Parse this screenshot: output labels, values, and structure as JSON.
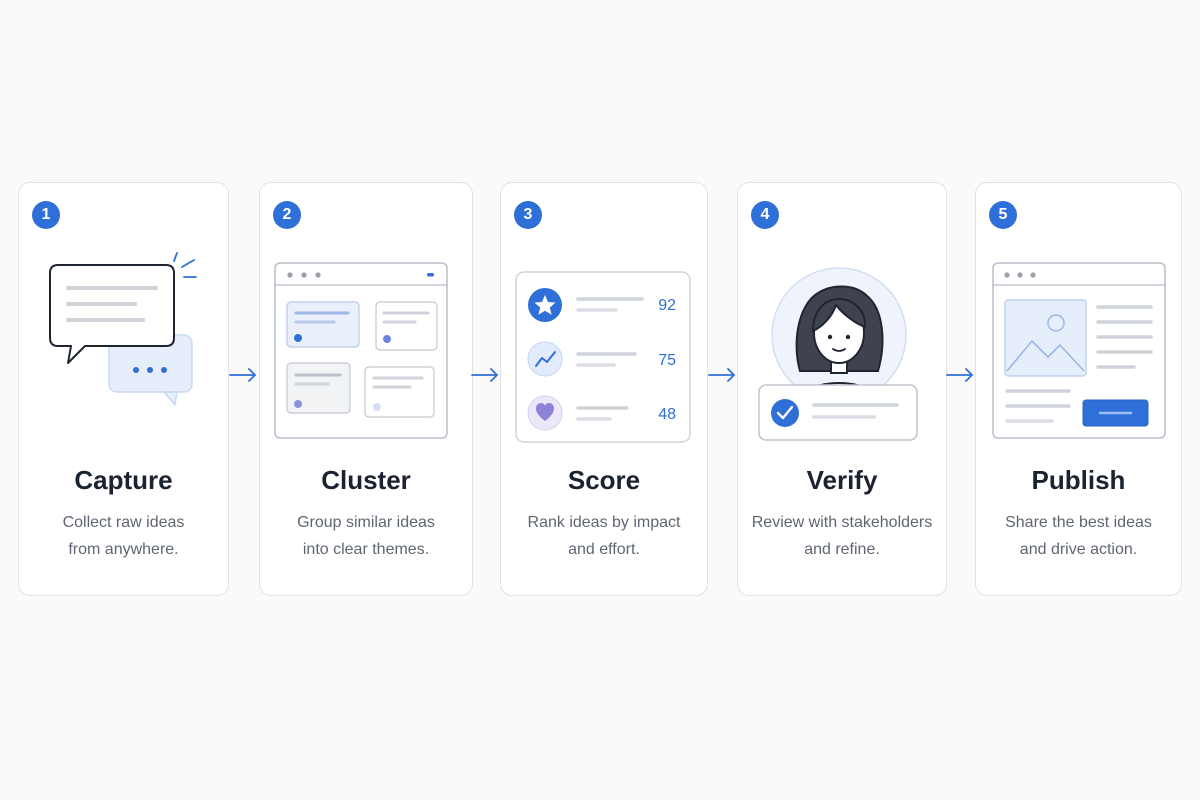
{
  "colors": {
    "accent": "#2f6fd8",
    "card_border": "#dfe3ea",
    "title": "#1c2330",
    "text": "#5f6672",
    "background": "#fbfaf8"
  },
  "steps": [
    {
      "number": "1",
      "title": "Capture",
      "desc_line1": "Collect raw ideas",
      "desc_line2": "from anywhere.",
      "icon": "chat-bubbles-icon"
    },
    {
      "number": "2",
      "title": "Cluster",
      "desc_line1": "Group similar ideas",
      "desc_line2": "into clear themes.",
      "icon": "board-icon"
    },
    {
      "number": "3",
      "title": "Score",
      "desc_line1": "Rank ideas by impact",
      "desc_line2": "and effort.",
      "icon": "scorecard-icon",
      "scores": [
        "92",
        "75",
        "48"
      ]
    },
    {
      "number": "4",
      "title": "Verify",
      "desc_line1": "Review with stakeholders",
      "desc_line2": "and refine.",
      "icon": "reviewer-icon"
    },
    {
      "number": "5",
      "title": "Publish",
      "desc_line1": "Share the best ideas",
      "desc_line2": "and drive action.",
      "icon": "web-page-icon"
    }
  ]
}
